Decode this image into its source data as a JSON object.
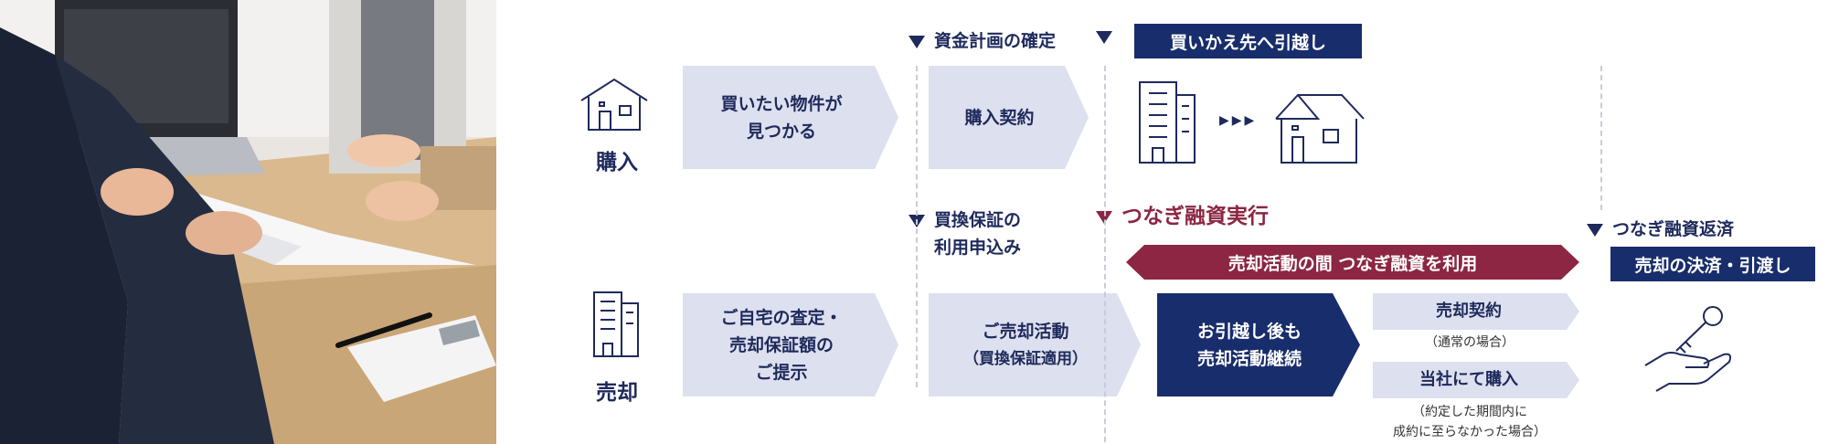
{
  "rows": {
    "purchase_label": "購入",
    "sale_label": "売却"
  },
  "purchase_flow": {
    "step1": [
      "買いたい物件が",
      "見つかる"
    ],
    "step2": "購入契約",
    "milestone": "資金計画の確定",
    "moving_label": "買いかえ先へ引越し"
  },
  "sale_flow": {
    "step1": [
      "ご自宅の査定・",
      "売却保証額の",
      "ご提示"
    ],
    "milestone_guarantee": [
      "買換保証の",
      "利用申込み"
    ],
    "step2": [
      "ご売却活動",
      "（買換保証適用）"
    ],
    "bridge_loan_execution": "つなぎ融資実行",
    "bridge_band": "売却活動の間 つなぎ融資を利用",
    "step3": [
      "お引越し後も",
      "売却活動継続"
    ],
    "outcome_contract": "売却契約",
    "outcome_contract_note": "（通常の場合）",
    "outcome_buyback": "当社にて購入",
    "outcome_buyback_note": [
      "（約定した期間内に",
      "成約に至らなかった場合）"
    ],
    "repay_milestone": "つなぎ融資返済",
    "settlement_box": "売却の決済・引渡し"
  },
  "colors": {
    "navy": "#182d6b",
    "light": "#dde0ee",
    "burgundy": "#8c2643"
  },
  "icons": [
    "house-icon",
    "building-icon",
    "arrow-dots-icon",
    "key-hand-icon",
    "photo-meeting"
  ]
}
